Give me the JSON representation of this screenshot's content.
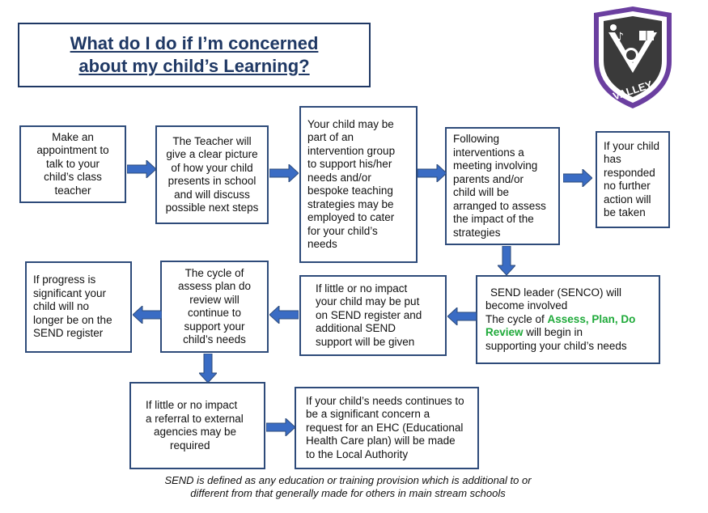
{
  "title": {
    "line1": "What do I do if I’m concerned",
    "line2": "about my child’s Learning?"
  },
  "crest": {
    "text": "VALLEY",
    "colors": {
      "border": "#6b3fa0",
      "shield": "#ffffff",
      "inner": "#333333"
    }
  },
  "colors": {
    "box_border": "#2e4b7a",
    "arrow": "#3a6cc4",
    "title": "#1f3864",
    "highlight": "#1faa3a"
  },
  "boxes": {
    "b1": {
      "lines": [
        "Make an",
        "appointment to",
        "talk  to your",
        "child’s class",
        "teacher"
      ]
    },
    "b2": {
      "lines": [
        "The Teacher will",
        "give a clear picture",
        "of how your child",
        "presents in school",
        "and will discuss",
        "possible next steps"
      ]
    },
    "b3": {
      "lines": [
        "Your child may be",
        "part of an",
        "intervention group",
        "to support his/her",
        "needs and/or",
        "bespoke teaching",
        "strategies may be",
        "employed to cater",
        "for your child’s",
        "needs"
      ]
    },
    "b4": {
      "lines": [
        "Following",
        "interventions a",
        "meeting involving",
        "parents and/or",
        "child will be",
        "arranged to assess",
        "the impact of the",
        "strategies"
      ]
    },
    "b5": {
      "lines": [
        "If your child",
        "has",
        "responded",
        "no further",
        "action will",
        "be taken"
      ]
    },
    "b6": {
      "line1": "SEND leader  (SENCO) will",
      "line2": "become involved",
      "line3_prefix": "The cycle of ",
      "highlight1": "Assess, Plan, Do",
      "highlight2": "Review",
      "line4_suffix": " will begin  in",
      "line5": "supporting your child’s needs"
    },
    "b7": {
      "lines": [
        "If little or no impact",
        "your child may be put",
        "on SEND register and",
        "additional SEND",
        "support will be given"
      ]
    },
    "b8": {
      "lines": [
        "The cycle of",
        "assess plan do",
        "review will",
        "continue to",
        "support your",
        "child’s needs"
      ]
    },
    "b9": {
      "lines": [
        "If progress is",
        "significant your",
        "child will no",
        "longer be on the",
        "SEND register"
      ]
    },
    "b10": {
      "lines": [
        "If little or no impact",
        "a referral to external",
        "agencies may be",
        "required"
      ]
    },
    "b11": {
      "lines": [
        "If your child’s needs continues to",
        "be a significant concern a",
        "request for an EHC (Educational",
        "Health Care plan)  will be made",
        "to the Local Authority"
      ]
    }
  },
  "footnote": {
    "line1": "SEND is defined as any education or training provision which is additional to or",
    "line2": "different from that generally made for others in main stream schools"
  }
}
